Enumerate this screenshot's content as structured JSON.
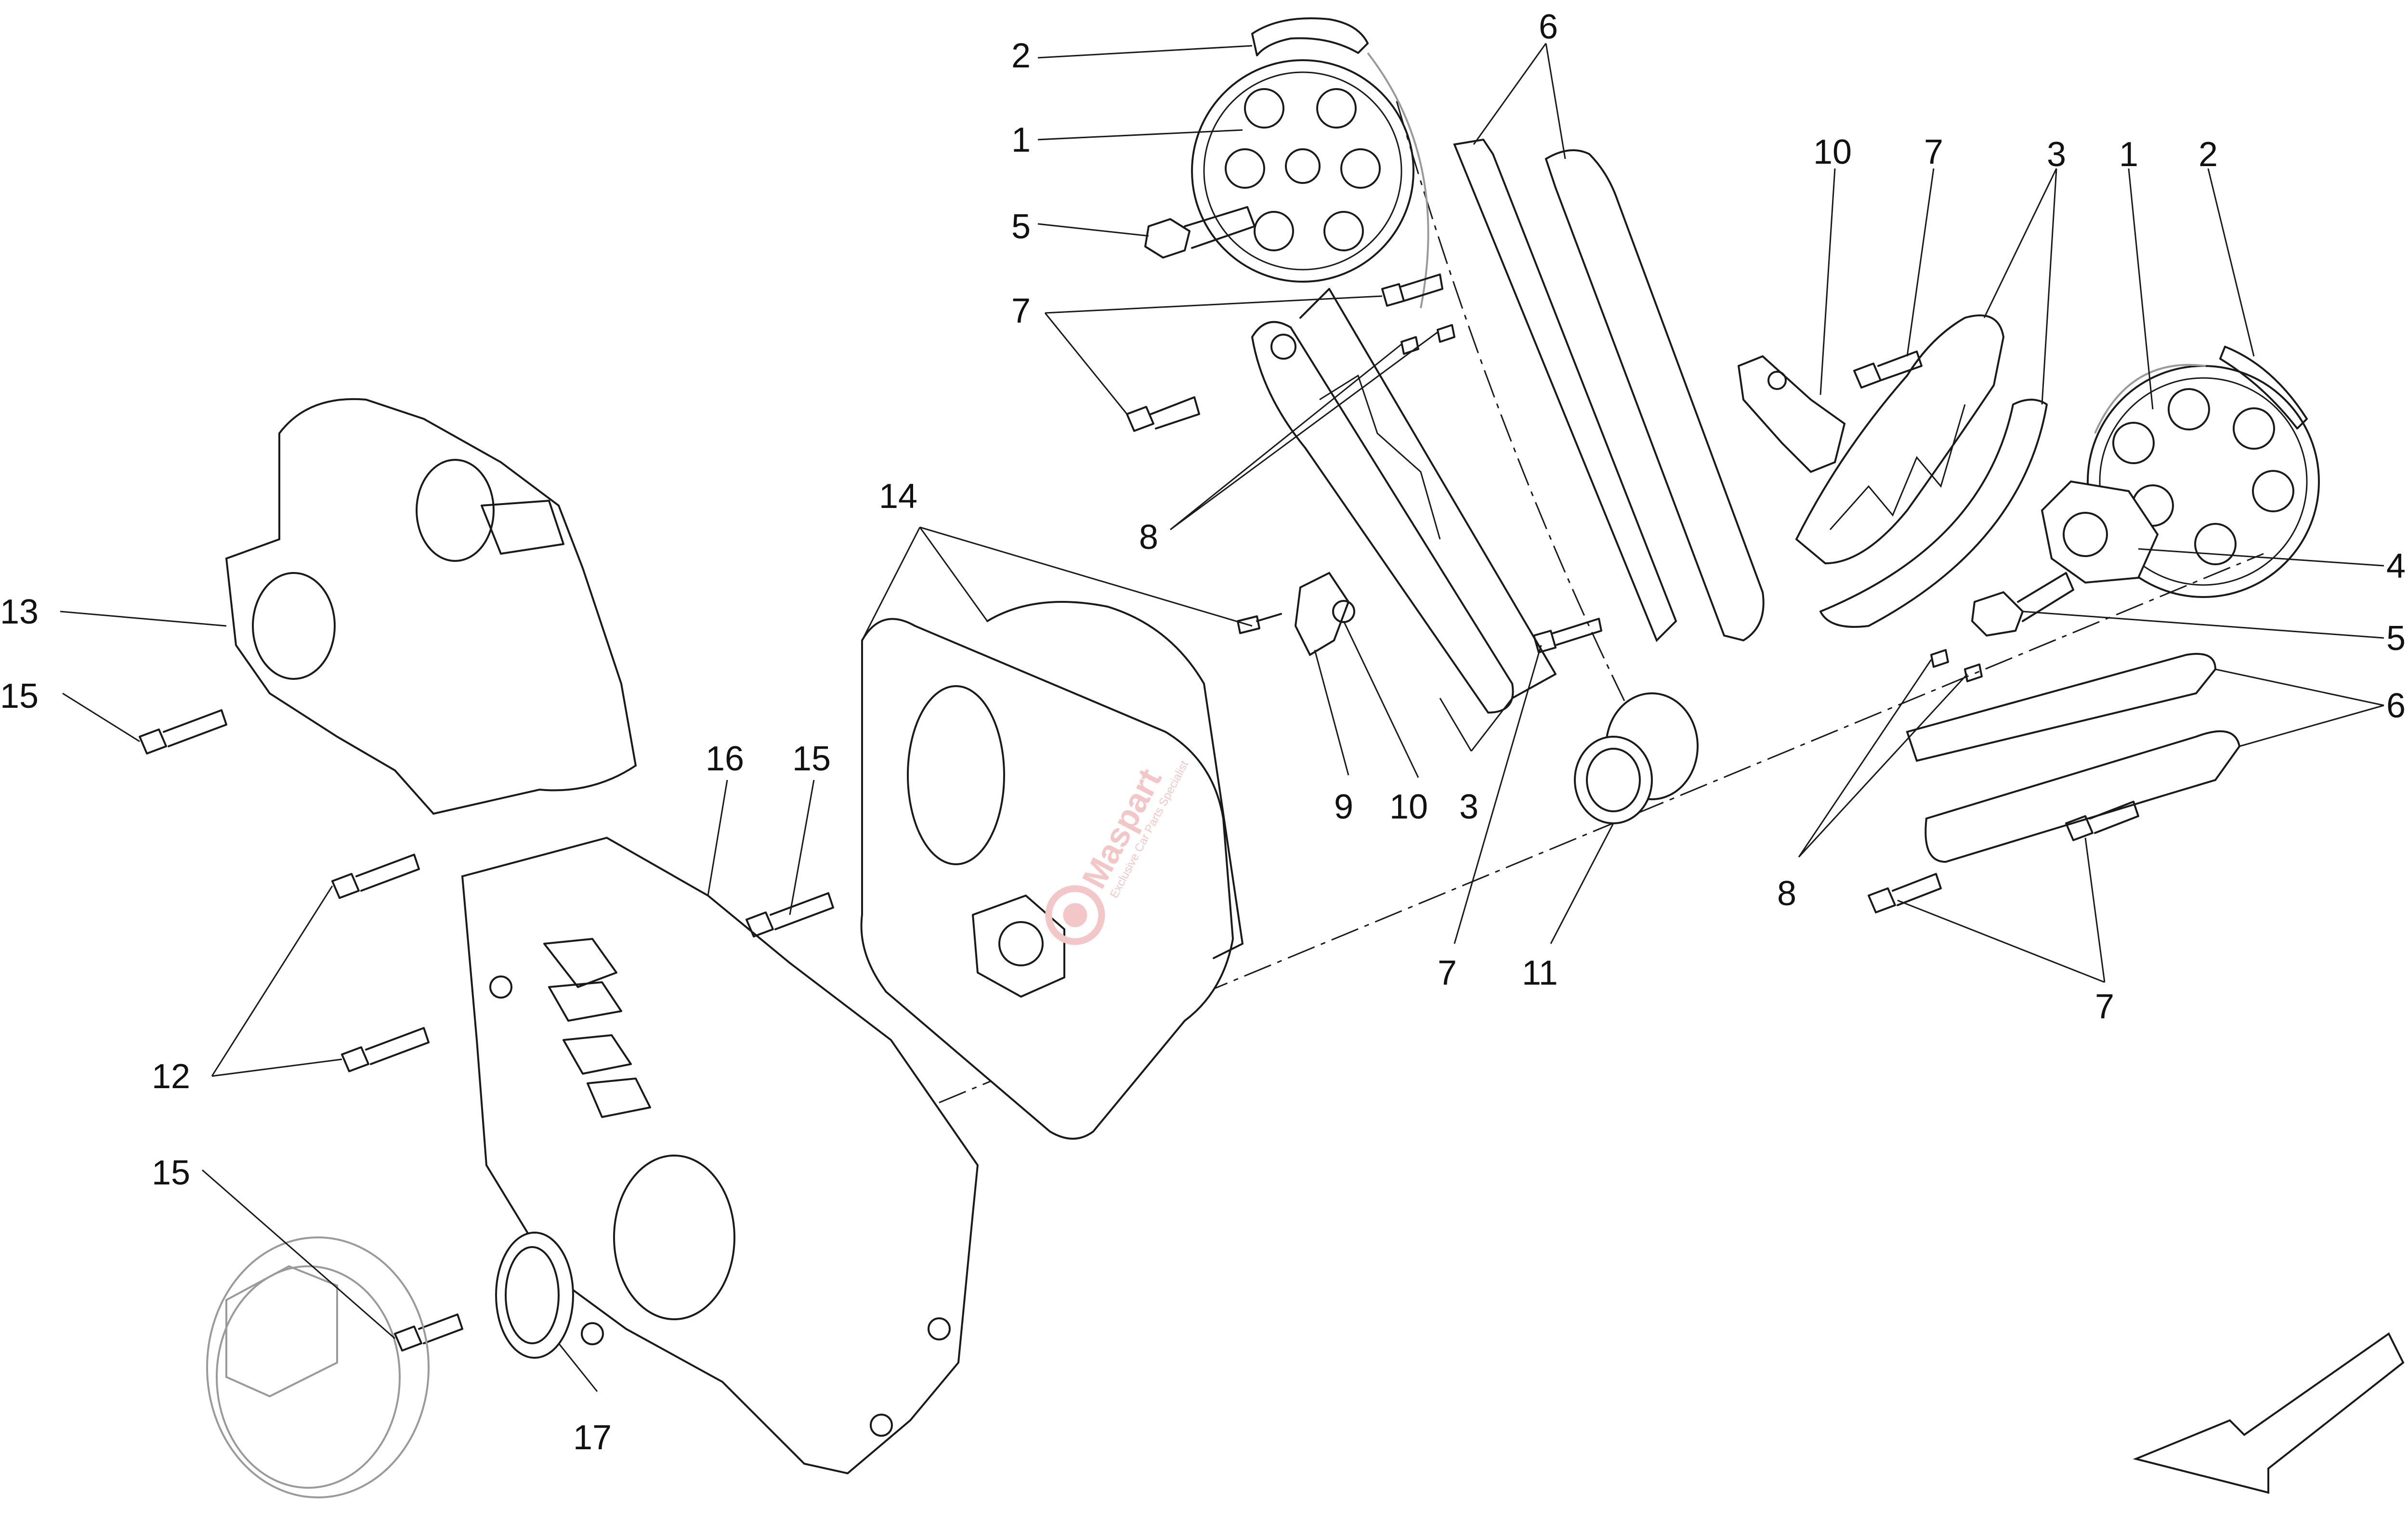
{
  "callouts": [
    {
      "label": "1"
    },
    {
      "label": "2"
    },
    {
      "label": "5"
    },
    {
      "label": "7"
    },
    {
      "label": "8"
    },
    {
      "label": "6"
    },
    {
      "label": "10"
    },
    {
      "label": "7"
    },
    {
      "label": "3"
    },
    {
      "label": "1"
    },
    {
      "label": "2"
    },
    {
      "label": "4"
    },
    {
      "label": "5"
    },
    {
      "label": "6"
    },
    {
      "label": "8"
    },
    {
      "label": "7"
    },
    {
      "label": "7"
    },
    {
      "label": "11"
    },
    {
      "label": "9"
    },
    {
      "label": "10"
    },
    {
      "label": "3"
    },
    {
      "label": "14"
    },
    {
      "label": "13"
    },
    {
      "label": "15"
    },
    {
      "label": "16"
    },
    {
      "label": "15"
    },
    {
      "label": "12"
    },
    {
      "label": "15"
    },
    {
      "label": "17"
    }
  ],
  "watermark": {
    "brand": "Maspart",
    "tagline": "Exclusive Car Parts Specialist",
    "color": "#f3c7c7"
  },
  "direction_arrow": {
    "icon": "direction-arrow-icon"
  }
}
